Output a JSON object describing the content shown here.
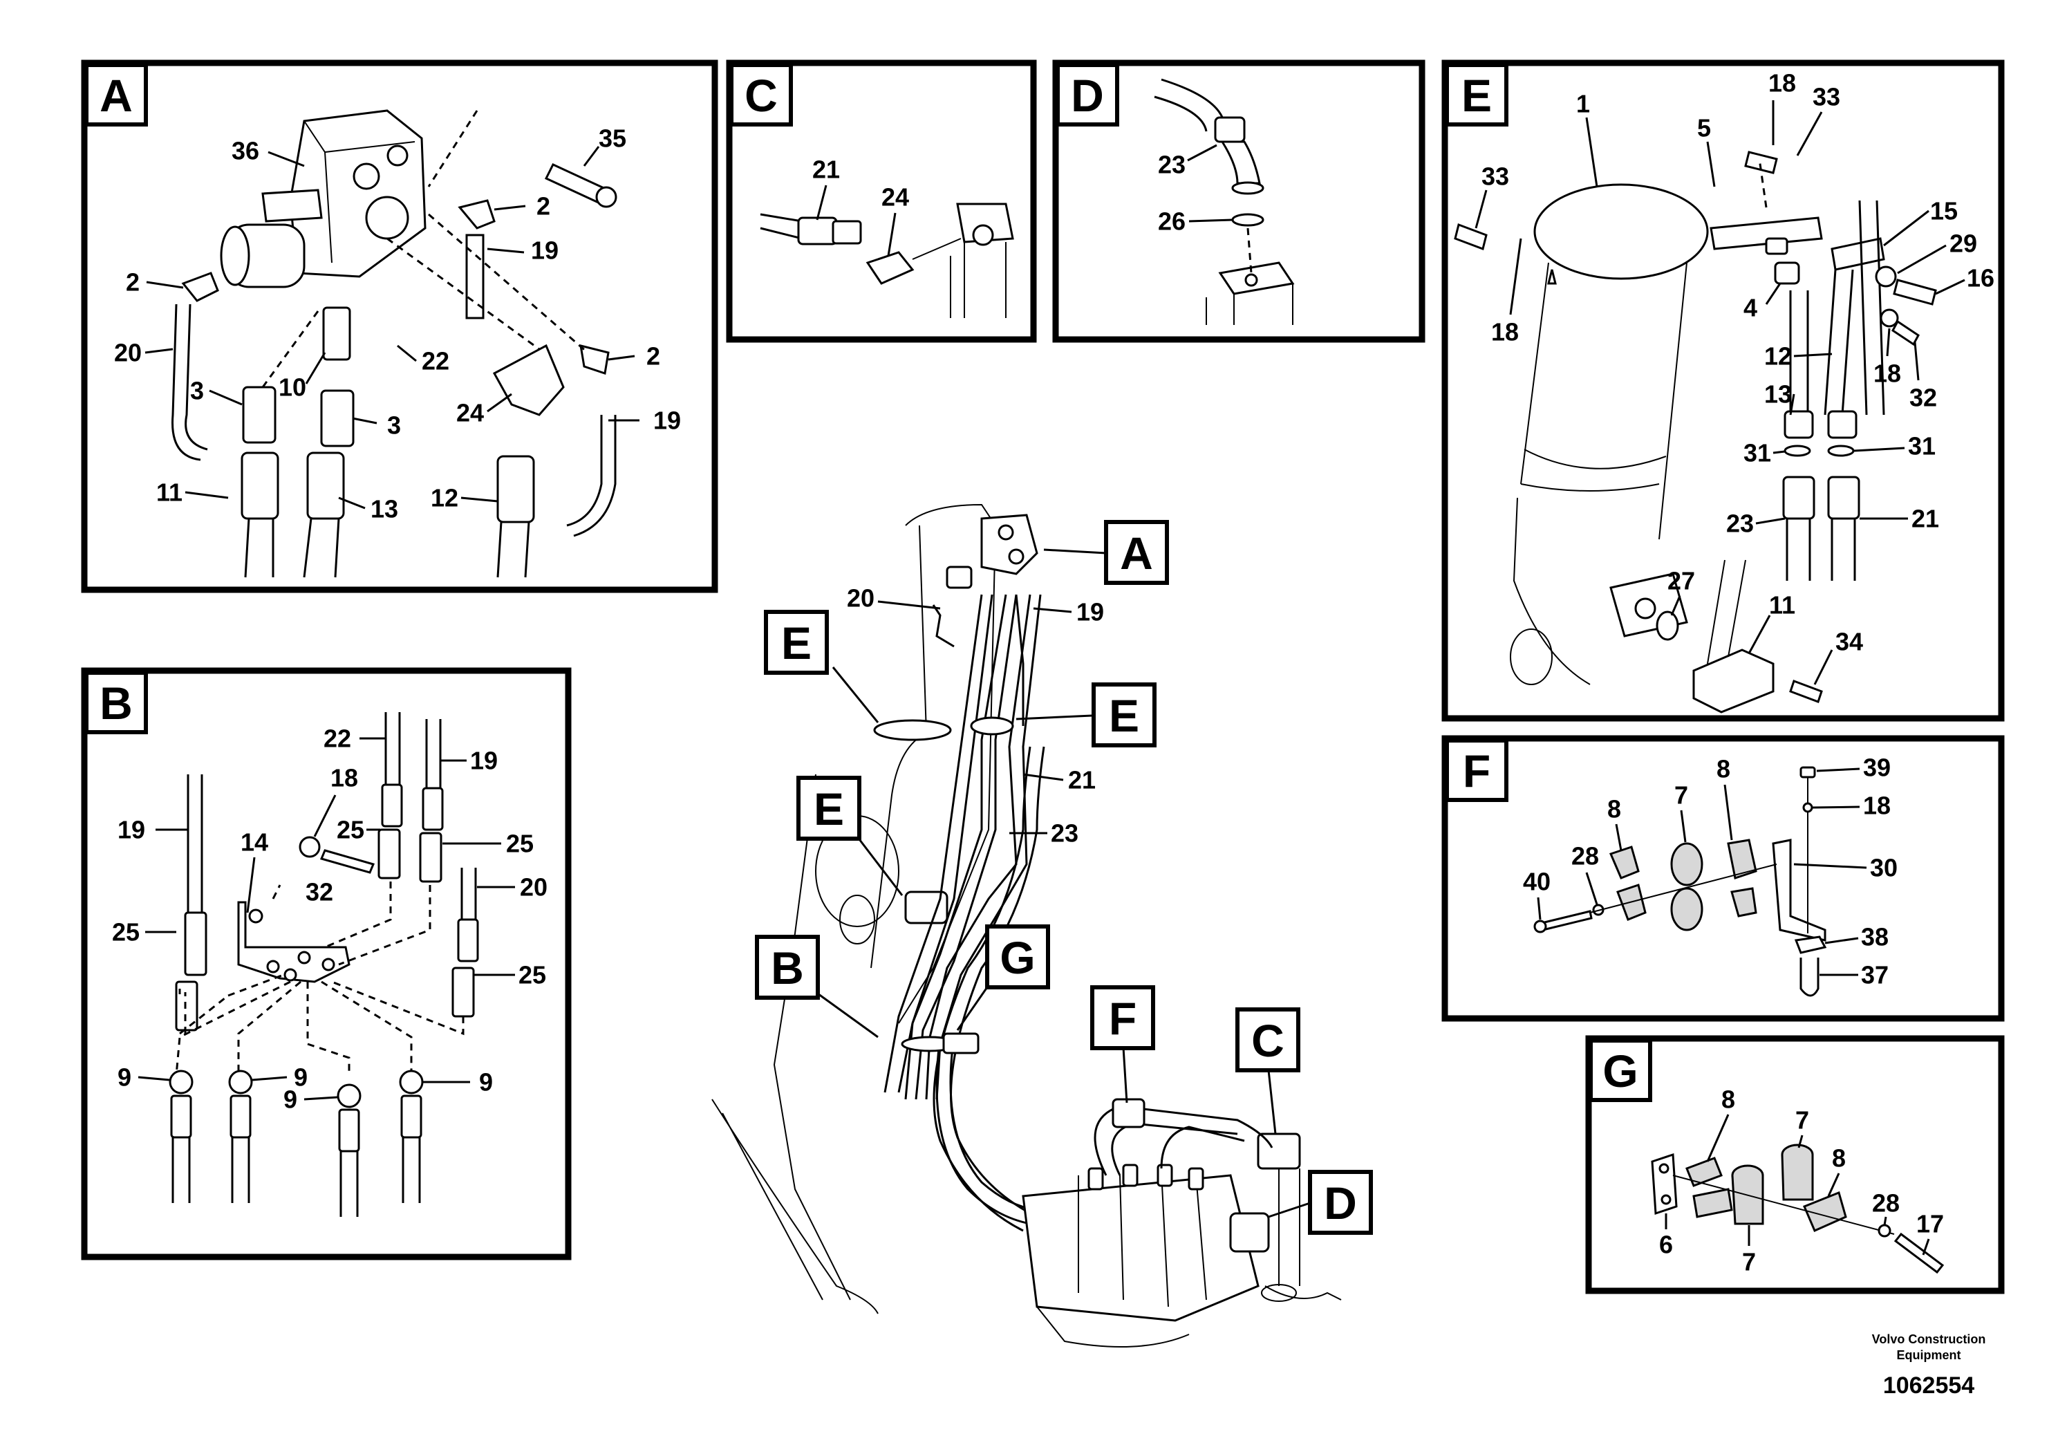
{
  "panels": {
    "A": {
      "tag": "A",
      "labels": [
        "36",
        "35",
        "2",
        "19",
        "2",
        "20",
        "3",
        "10",
        "22",
        "24",
        "2",
        "19",
        "3",
        "11",
        "13",
        "12"
      ]
    },
    "B": {
      "tag": "B",
      "labels": [
        "22",
        "19",
        "18",
        "19",
        "14",
        "25",
        "25",
        "32",
        "20",
        "25",
        "25",
        "9",
        "9",
        "9",
        "9"
      ]
    },
    "C": {
      "tag": "C",
      "labels": [
        "21",
        "24"
      ]
    },
    "D": {
      "tag": "D",
      "labels": [
        "23",
        "26"
      ]
    },
    "E": {
      "tag": "E",
      "labels": [
        "1",
        "18",
        "33",
        "5",
        "33",
        "15",
        "29",
        "16",
        "18",
        "4",
        "12",
        "18",
        "13",
        "32",
        "31",
        "31",
        "23",
        "21",
        "27",
        "11",
        "34"
      ]
    },
    "F": {
      "tag": "F",
      "labels": [
        "39",
        "8",
        "18",
        "7",
        "8",
        "30",
        "28",
        "40",
        "38",
        "37"
      ]
    },
    "G": {
      "tag": "G",
      "labels": [
        "8",
        "7",
        "8",
        "28",
        "17",
        "6",
        "7"
      ]
    }
  },
  "main": {
    "callouts": [
      "A",
      "E",
      "E",
      "E",
      "B",
      "G",
      "F",
      "C",
      "D"
    ],
    "labels": [
      "20",
      "19",
      "21",
      "23"
    ]
  },
  "footer": {
    "brand_line1": "Volvo Construction",
    "brand_line2": "Equipment",
    "drawing_number": "1062554"
  }
}
